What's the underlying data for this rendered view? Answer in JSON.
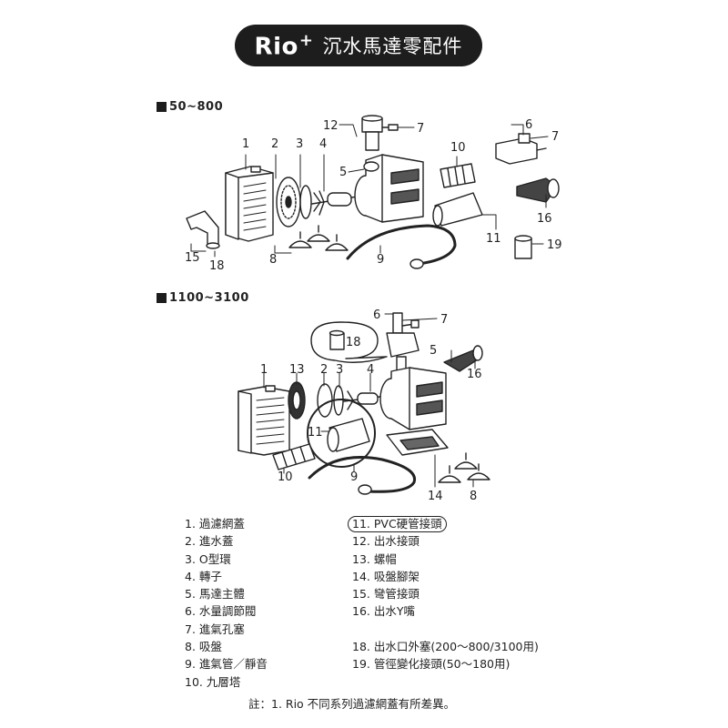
{
  "header": {
    "brand": "Rio",
    "brand_mark": "+",
    "title": "沉水馬達零配件"
  },
  "sections": [
    {
      "label": "50~800"
    },
    {
      "label": "1100~3100"
    }
  ],
  "callouts_top": [
    {
      "id": "1",
      "text": "1"
    },
    {
      "id": "2",
      "text": "2"
    },
    {
      "id": "3",
      "text": "3"
    },
    {
      "id": "4",
      "text": "4"
    },
    {
      "id": "5",
      "text": "5"
    },
    {
      "id": "12",
      "text": "12"
    },
    {
      "id": "7",
      "text": "7"
    },
    {
      "id": "10",
      "text": "10"
    },
    {
      "id": "6",
      "text": "6"
    },
    {
      "id": "7b",
      "text": "7"
    },
    {
      "id": "16",
      "text": "16"
    },
    {
      "id": "11",
      "text": "11"
    },
    {
      "id": "19",
      "text": "19"
    },
    {
      "id": "15",
      "text": "15"
    },
    {
      "id": "18",
      "text": "18"
    },
    {
      "id": "8",
      "text": "8"
    },
    {
      "id": "9",
      "text": "9"
    }
  ],
  "callouts_bottom": [
    {
      "id": "6",
      "text": "6"
    },
    {
      "id": "7",
      "text": "7"
    },
    {
      "id": "18",
      "text": "18"
    },
    {
      "id": "5",
      "text": "5"
    },
    {
      "id": "16",
      "text": "16"
    },
    {
      "id": "1",
      "text": "1"
    },
    {
      "id": "13",
      "text": "13"
    },
    {
      "id": "2",
      "text": "2"
    },
    {
      "id": "3",
      "text": "3"
    },
    {
      "id": "4",
      "text": "4"
    },
    {
      "id": "11",
      "text": "11"
    },
    {
      "id": "10",
      "text": "10"
    },
    {
      "id": "9",
      "text": "9"
    },
    {
      "id": "14",
      "text": "14"
    },
    {
      "id": "8",
      "text": "8"
    }
  ],
  "parts_left": [
    "1. 過濾網蓋",
    "2. 進水蓋",
    "3. O型環",
    "4. 轉子",
    "5. 馬達主體",
    "6. 水量調節閥",
    "7. 進氣孔塞",
    "8. 吸盤",
    "9. 進氣管／靜音",
    "10. 九層塔"
  ],
  "parts_right": [
    "11. PVC硬管接頭",
    "12. 出水接頭",
    "13. 螺帽",
    "14. 吸盤腳架",
    "15. 彎管接頭",
    "16. 出水Y嘴",
    "",
    "18. 出水口外塞(200～800/3100用)",
    "19. 管徑變化接頭(50～180用)"
  ],
  "note": "註：1. Rio 不同系列過濾網蓋有所差異。",
  "colors": {
    "ink": "#222222",
    "pill": "#1d1d1d",
    "background": "#ffffff"
  }
}
